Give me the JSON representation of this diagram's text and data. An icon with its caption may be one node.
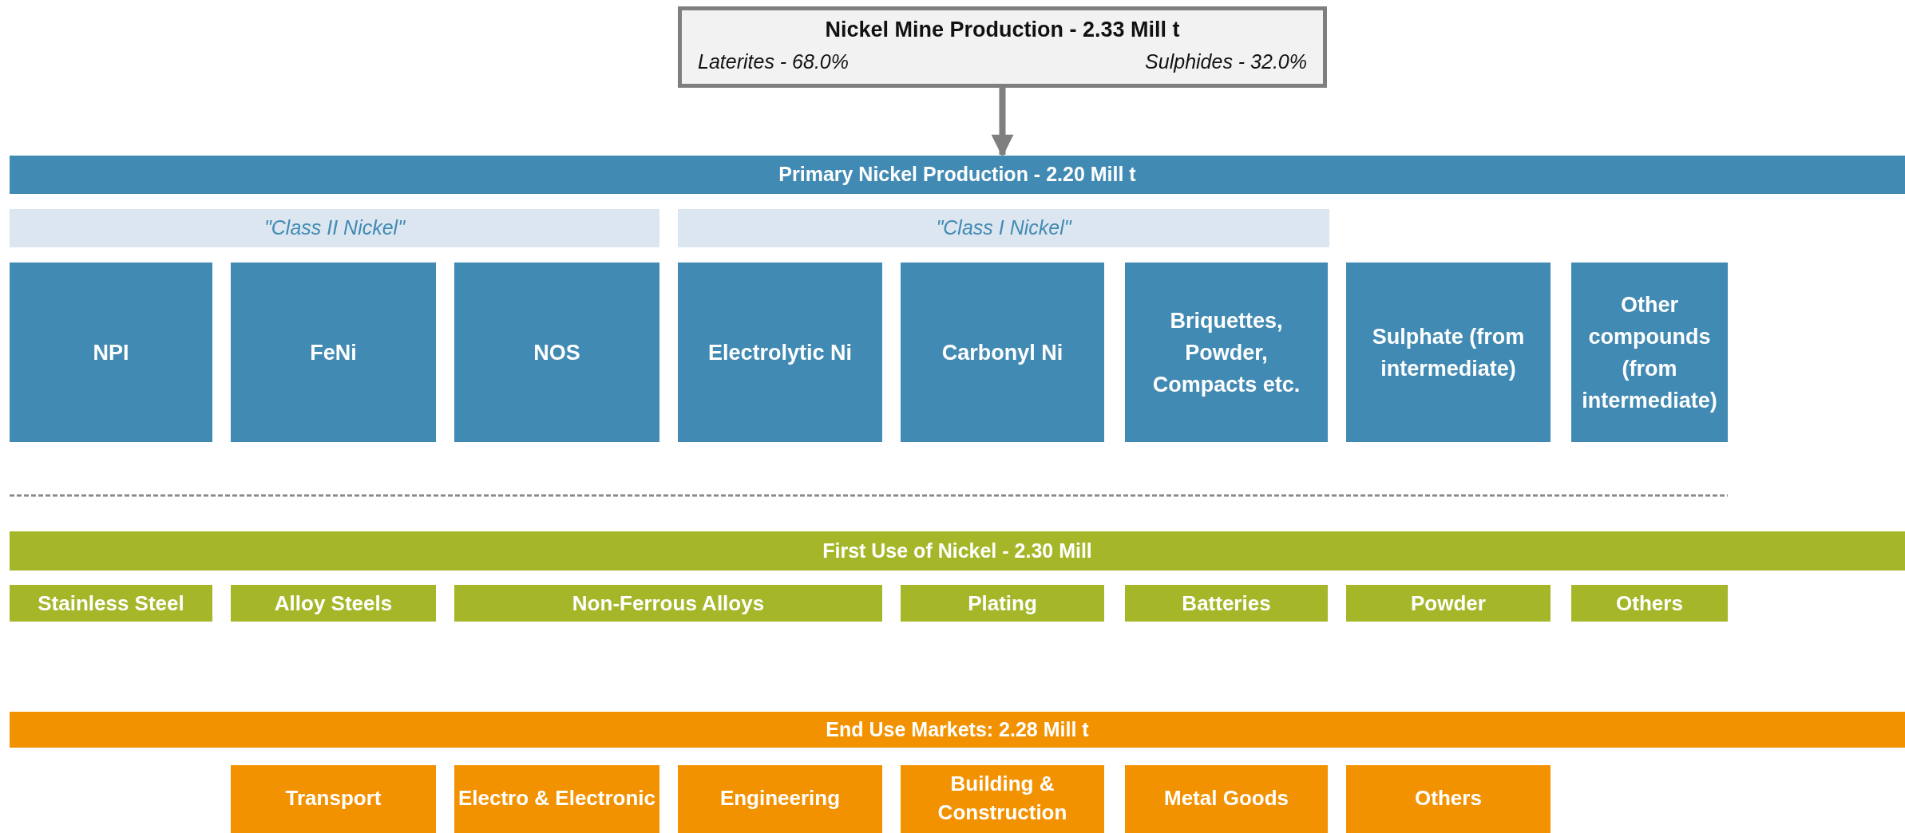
{
  "diagram": {
    "nodes": [
      {
        "text": [
          "Nickel Mine Production - 2.33 Mill t",
          "Laterites - 68.0%",
          "Sulphides - 32.0%"
        ]
      },
      {
        "text": [
          "Primary Nickel Production - 2.20 Mill t"
        ]
      },
      {
        "text": [
          "\"Class II Nickel\""
        ]
      },
      {
        "text": [
          "\"Class I Nickel\""
        ]
      },
      {
        "text": [
          "NPI"
        ]
      },
      {
        "text": [
          "FeNi"
        ]
      },
      {
        "text": [
          "NOS"
        ]
      },
      {
        "text": [
          "Electrolytic Ni"
        ]
      },
      {
        "text": [
          "Carbonyl Ni"
        ]
      },
      {
        "text": [
          "Briquettes, Powder, Compacts etc."
        ]
      },
      {
        "text": [
          "Sulphate (from intermediate)"
        ]
      },
      {
        "text": [
          "Other compounds (from intermediate)"
        ]
      },
      {
        "text": [
          "First Use of Nickel - 2.30 Mill"
        ]
      },
      {
        "text": [
          "Stainless Steel"
        ]
      },
      {
        "text": [
          "Alloy Steels"
        ]
      },
      {
        "text": [
          "Non-Ferrous Alloys"
        ]
      },
      {
        "text": [
          "Plating"
        ]
      },
      {
        "text": [
          "Batteries"
        ]
      },
      {
        "text": [
          "Powder"
        ]
      },
      {
        "text": [
          "Others"
        ]
      },
      {
        "text": [
          "End Use Markets: 2.28 Mill t"
        ]
      },
      {
        "text": [
          "Transport"
        ]
      },
      {
        "text": [
          "Electro & Electronic"
        ]
      },
      {
        "text": [
          "Engineering"
        ]
      },
      {
        "text": [
          "Building & Construction"
        ]
      },
      {
        "text": [
          "Metal Goods"
        ]
      },
      {
        "text": [
          "Others"
        ]
      }
    ],
    "edges": [
      {
        "from": 0,
        "to": 1,
        "arrow": "to"
      }
    ]
  }
}
